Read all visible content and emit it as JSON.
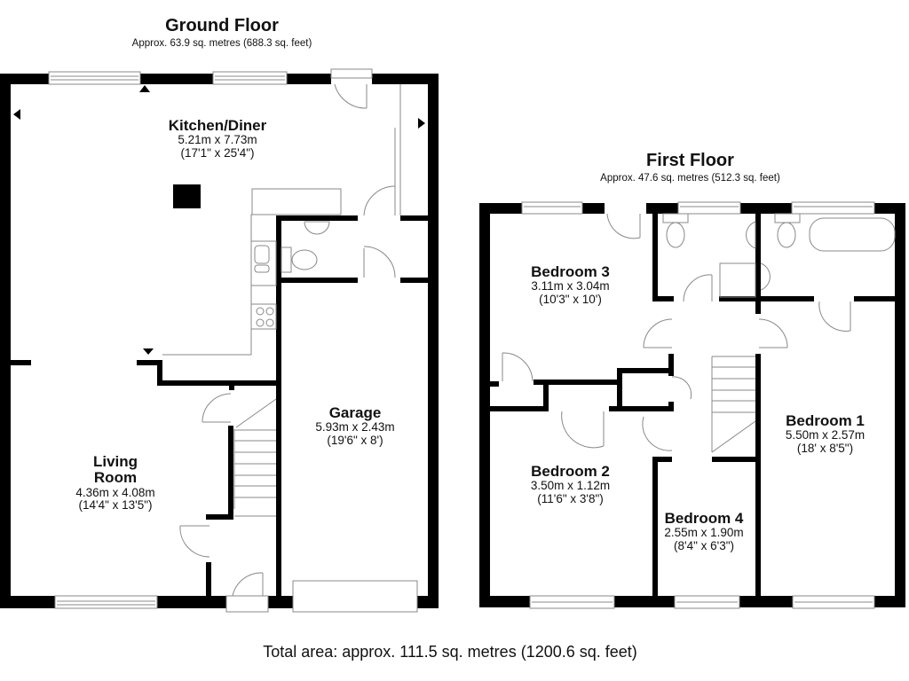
{
  "ground_floor": {
    "title": "Ground Floor",
    "area": "Approx. 63.9 sq. metres (688.3 sq. feet)",
    "rooms": [
      {
        "name": "Kitchen/Diner",
        "metric": "5.21m x 7.73m",
        "imperial": "(17'1\" x 25'4\")"
      },
      {
        "name_line1": "Living",
        "name_line2": "Room",
        "metric": "4.36m x 4.08m",
        "imperial": "(14'4\" x 13'5\")"
      },
      {
        "name": "Garage",
        "metric": "5.93m x 2.43m",
        "imperial": "(19'6\" x 8')"
      }
    ]
  },
  "first_floor": {
    "title": "First Floor",
    "area": "Approx. 47.6 sq. metres (512.3 sq. feet)",
    "rooms": [
      {
        "name": "Bedroom 3",
        "metric": "3.11m x 3.04m",
        "imperial": "(10'3\" x 10')"
      },
      {
        "name": "Bedroom 2",
        "metric": "3.50m x 1.12m",
        "imperial": "(11'6\" x 3'8\")"
      },
      {
        "name": "Bedroom 4",
        "metric": "2.55m x 1.90m",
        "imperial": "(8'4\" x 6'3\")"
      },
      {
        "name": "Bedroom 1",
        "metric": "5.50m x 2.57m",
        "imperial": "(18' x 8'5\")"
      }
    ]
  },
  "total_area": "Total area: approx. 111.5 sq. metres (1200.6 sq. feet)",
  "colors": {
    "wall": "#000000",
    "fixture_line": "#888888",
    "background": "#ffffff"
  }
}
